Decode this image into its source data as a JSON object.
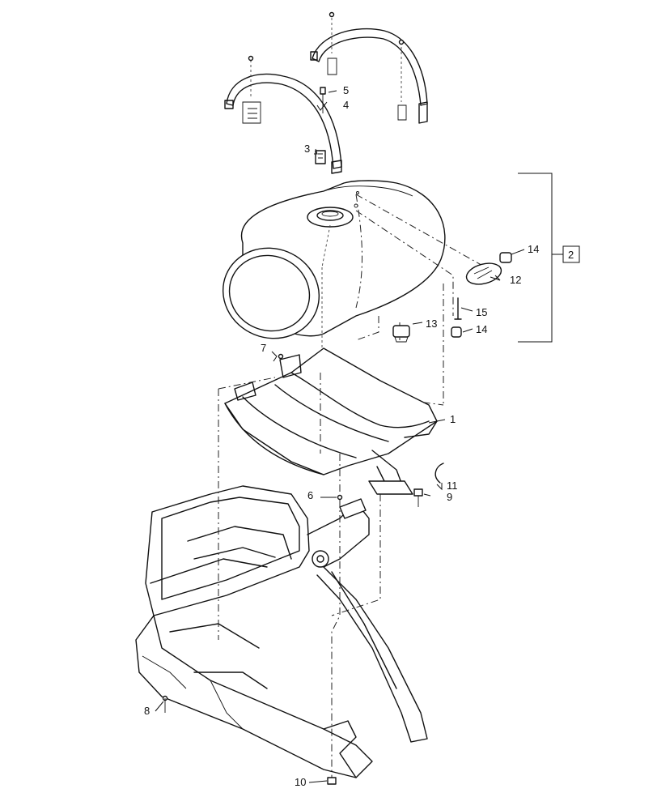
{
  "callouts": [
    {
      "id": "c1",
      "text": "1"
    },
    {
      "id": "c2",
      "text": "2"
    },
    {
      "id": "c3",
      "text": "3"
    },
    {
      "id": "c4",
      "text": "4"
    },
    {
      "id": "c5",
      "text": "5"
    },
    {
      "id": "c6",
      "text": "6"
    },
    {
      "id": "c7",
      "text": "7"
    },
    {
      "id": "c8",
      "text": "8"
    },
    {
      "id": "c9",
      "text": "9"
    },
    {
      "id": "c10",
      "text": "10"
    },
    {
      "id": "c11",
      "text": "11"
    },
    {
      "id": "c12",
      "text": "12"
    },
    {
      "id": "c13",
      "text": "13"
    },
    {
      "id": "c14a",
      "text": "14"
    },
    {
      "id": "c14b",
      "text": "14"
    },
    {
      "id": "c15",
      "text": "15"
    }
  ]
}
